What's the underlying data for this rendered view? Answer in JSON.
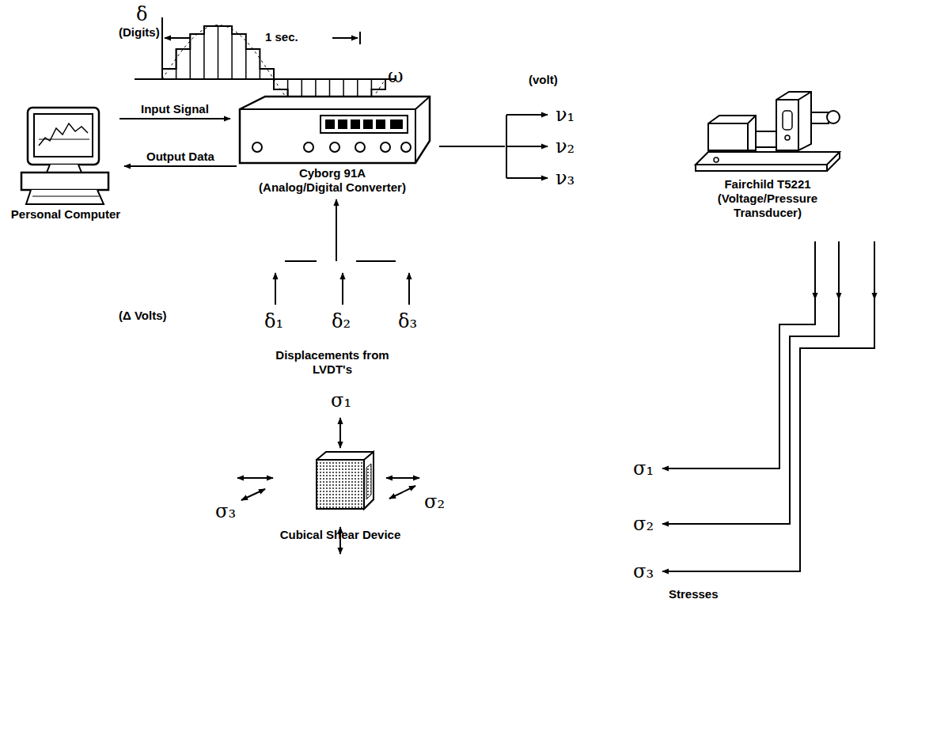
{
  "diagram": {
    "nodes": [
      {
        "text": [
          "Personal Computer"
        ]
      },
      {
        "text": [
          "Cyborg 91A",
          "(Analog/Digital Converter)"
        ]
      },
      {
        "text": [
          "Fairchild T5221",
          "(Voltage/Pressure Transducer)"
        ]
      },
      {
        "text": [
          "Cubical Shear Device"
        ]
      }
    ],
    "edges": [
      {
        "from": 0,
        "to": 1,
        "label": "Input Signal",
        "arrow": "to"
      },
      {
        "from": 1,
        "to": 0,
        "label": "Output Data",
        "arrow": "to"
      }
    ],
    "labels": [
      "δ",
      "(Digits)",
      "1 sec.",
      "ω",
      "(volt)",
      "ν₁",
      "ν₂",
      "ν₃",
      "(Δ Volts)",
      "δ₁",
      "δ₂",
      "δ₃",
      "Displacements from LVDT's",
      "σ₁",
      "σ₂",
      "σ₃",
      "σ₁",
      "σ₂",
      "σ₃",
      "Stresses"
    ]
  }
}
